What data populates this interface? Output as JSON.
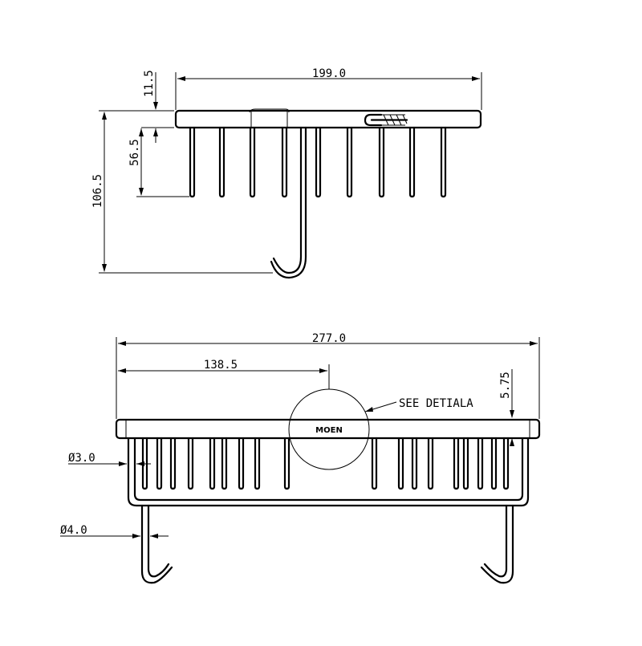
{
  "side_view": {
    "dimensions": {
      "width": "199.0",
      "top_thickness": "11.5",
      "rod_length": "56.5",
      "total_height": "106.5"
    }
  },
  "front_view": {
    "dimensions": {
      "width": "277.0",
      "half_width": "138.5",
      "offset": "5.75",
      "rod_diameter": "Ø3.0",
      "hook_diameter": "Ø4.0"
    },
    "detail_callout": "SEE DETIALA",
    "badge_text": "MOEN"
  }
}
